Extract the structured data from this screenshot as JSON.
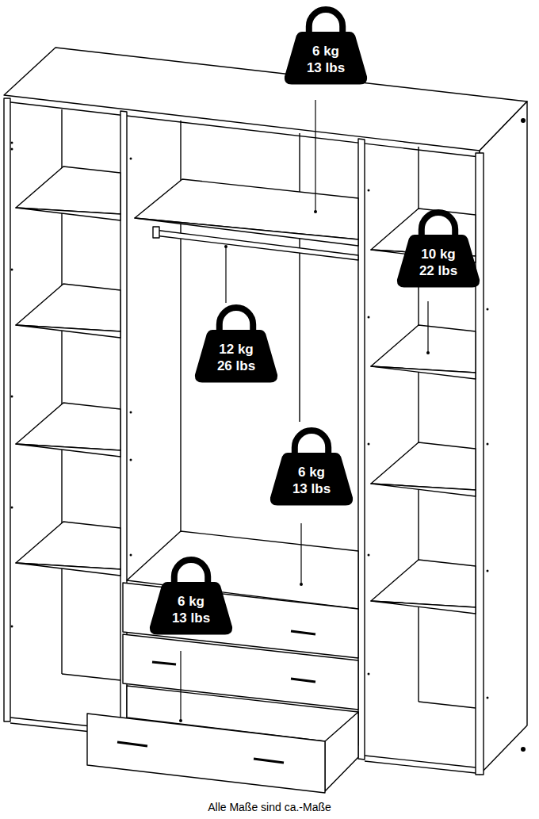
{
  "diagram": {
    "caption": "Alle Maße sind ca.-Maße",
    "nodes": [
      {
        "text": [
          "6 kg",
          "13 lbs"
        ]
      },
      {
        "text": [
          "10 kg",
          "22 lbs"
        ]
      },
      {
        "text": [
          "12 kg",
          "26 lbs"
        ]
      },
      {
        "text": [
          "6 kg",
          "13 lbs"
        ]
      },
      {
        "text": [
          "6 kg",
          "13 lbs"
        ]
      }
    ]
  }
}
